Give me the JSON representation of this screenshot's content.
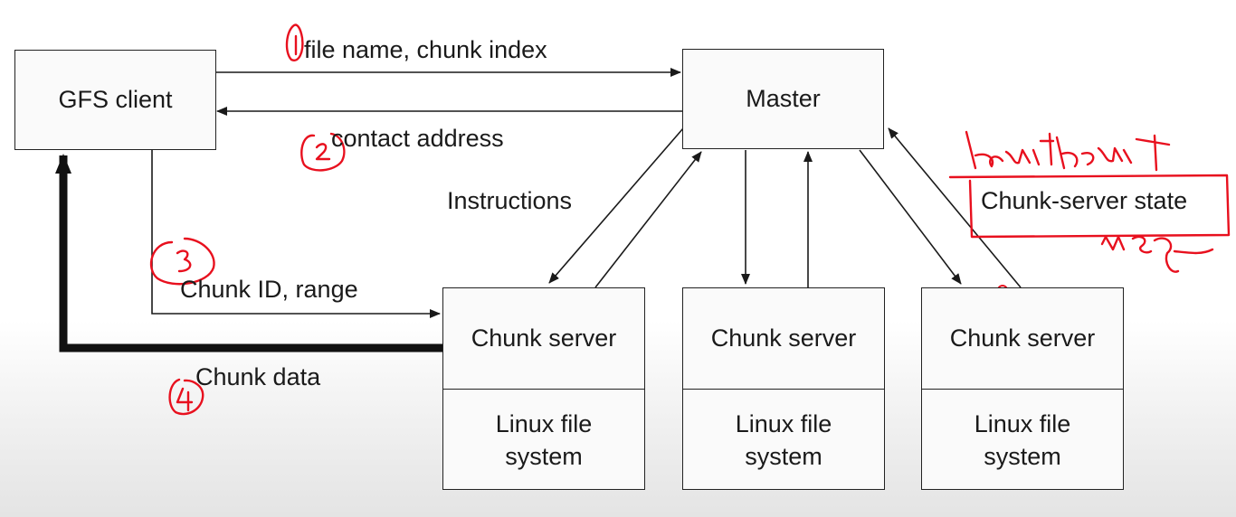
{
  "client": {
    "label": "GFS client"
  },
  "master": {
    "label": "Master"
  },
  "servers": [
    {
      "label": "Chunk server",
      "fs_line1": "Linux file",
      "fs_line2": "system"
    },
    {
      "label": "Chunk server",
      "fs_line1": "Linux file",
      "fs_line2": "system"
    },
    {
      "label": "Chunk server",
      "fs_line1": "Linux file",
      "fs_line2": "system"
    }
  ],
  "edges": {
    "file_name": "file name, chunk index",
    "contact": "contact address",
    "instructions": "Instructions",
    "chunk_id": "Chunk ID, range",
    "chunk_data": "Chunk data",
    "server_state": "Chunk-server state"
  },
  "colors": {
    "ink": "#1a1a1a",
    "annotation": "#e8101e"
  }
}
